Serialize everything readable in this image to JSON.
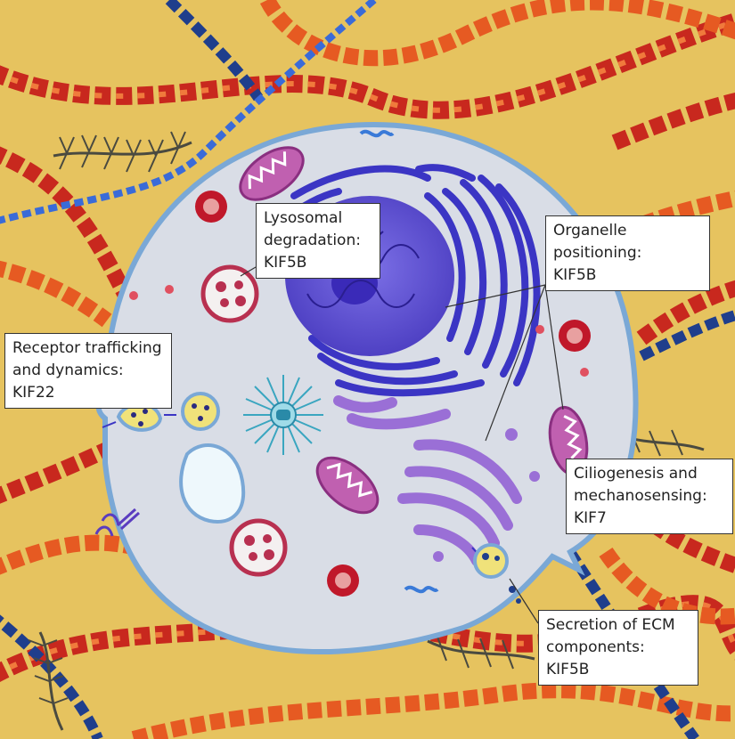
{
  "labels": {
    "lysosomal": [
      "Lysosomal",
      "degradation:",
      "KIF5B"
    ],
    "organelle": [
      "Organelle",
      "positioning:",
      "KIF5B"
    ],
    "receptor": [
      "Receptor trafficking",
      "and dynamics:",
      "KIF22"
    ],
    "ciliogenesis": [
      "Ciliogenesis and",
      "mechanosensing:",
      "KIF7"
    ],
    "secretion": [
      "Secretion of ECM",
      "components:",
      "KIF5B"
    ]
  },
  "colors": {
    "background": "#e6c35f",
    "cytoplasm": "#d9dde6",
    "membrane": "#7aa8d6",
    "collagen_red": "#c8281e",
    "collagen_orange": "#e8622a",
    "fibronectin": "#1f3e8c",
    "nucleus": "#5a4ad0",
    "er": "#3b35c4",
    "golgi": "#9a6fd6",
    "mitochondria": "#c060b0",
    "lysosome": "#b83050",
    "vesicle": "#f0e27a"
  }
}
